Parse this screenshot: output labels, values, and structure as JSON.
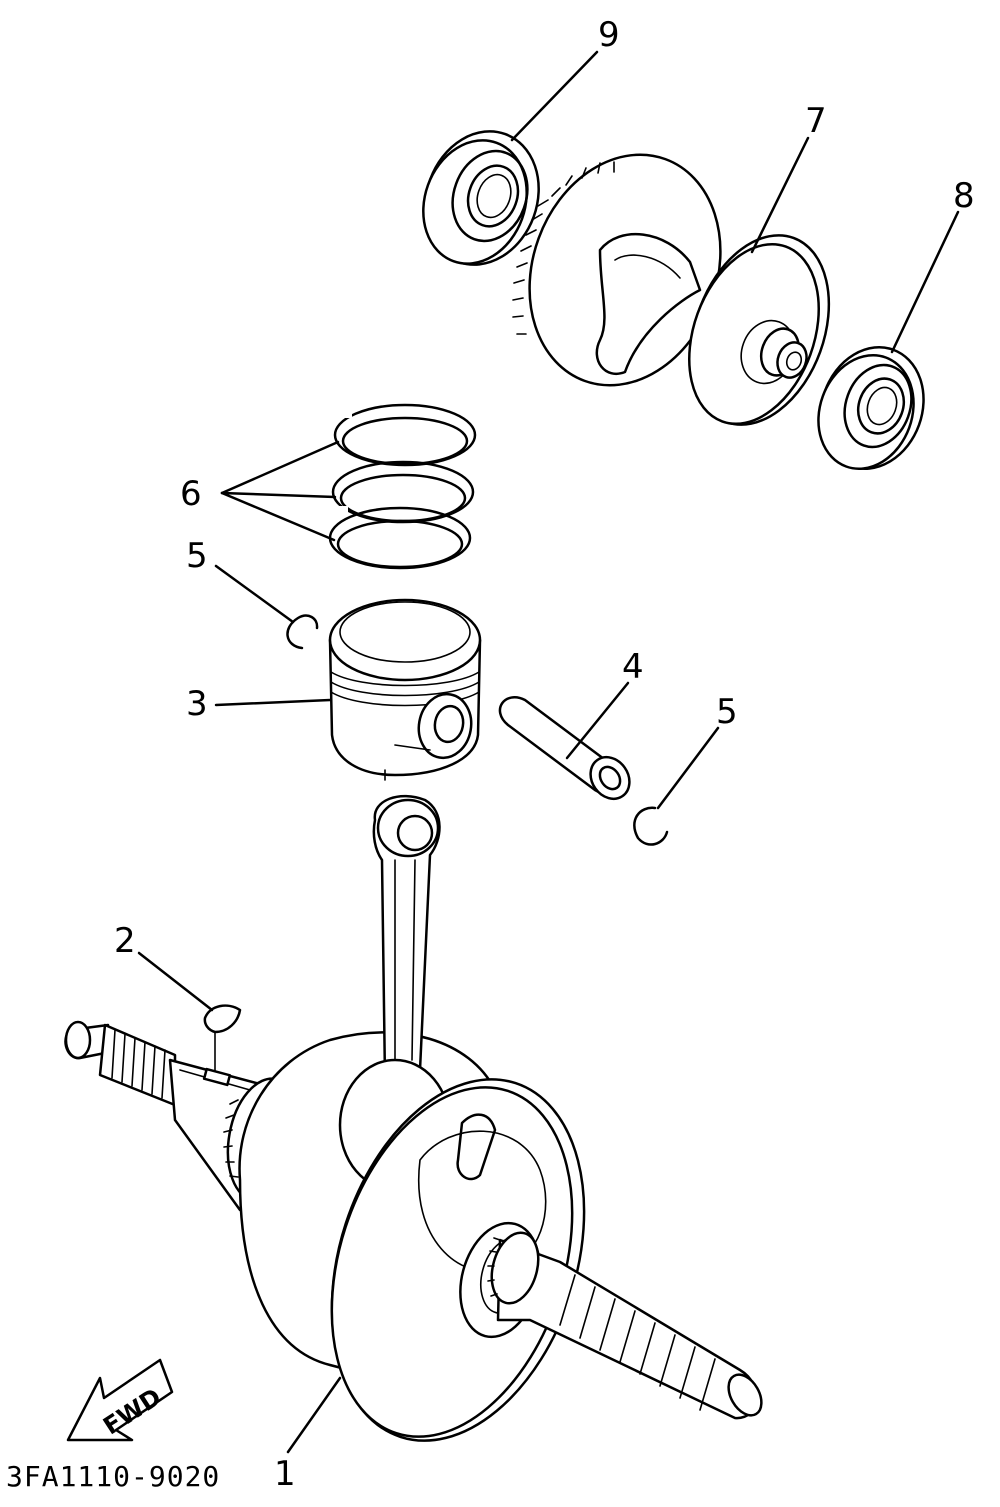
{
  "diagram": {
    "callouts": [
      {
        "id": "crankshaft",
        "label": "1"
      },
      {
        "id": "key",
        "label": "2"
      },
      {
        "id": "piston",
        "label": "3"
      },
      {
        "id": "piston-pin",
        "label": "4"
      },
      {
        "id": "clip-left",
        "label": "5"
      },
      {
        "id": "clip-right",
        "label": "5"
      },
      {
        "id": "piston-rings",
        "label": "6"
      },
      {
        "id": "balancer",
        "label": "7"
      },
      {
        "id": "bearing-right",
        "label": "8"
      },
      {
        "id": "bearing-left",
        "label": "9"
      }
    ],
    "part_code": "3FA1110-9020",
    "fwd_arrow_label": "FWD"
  }
}
